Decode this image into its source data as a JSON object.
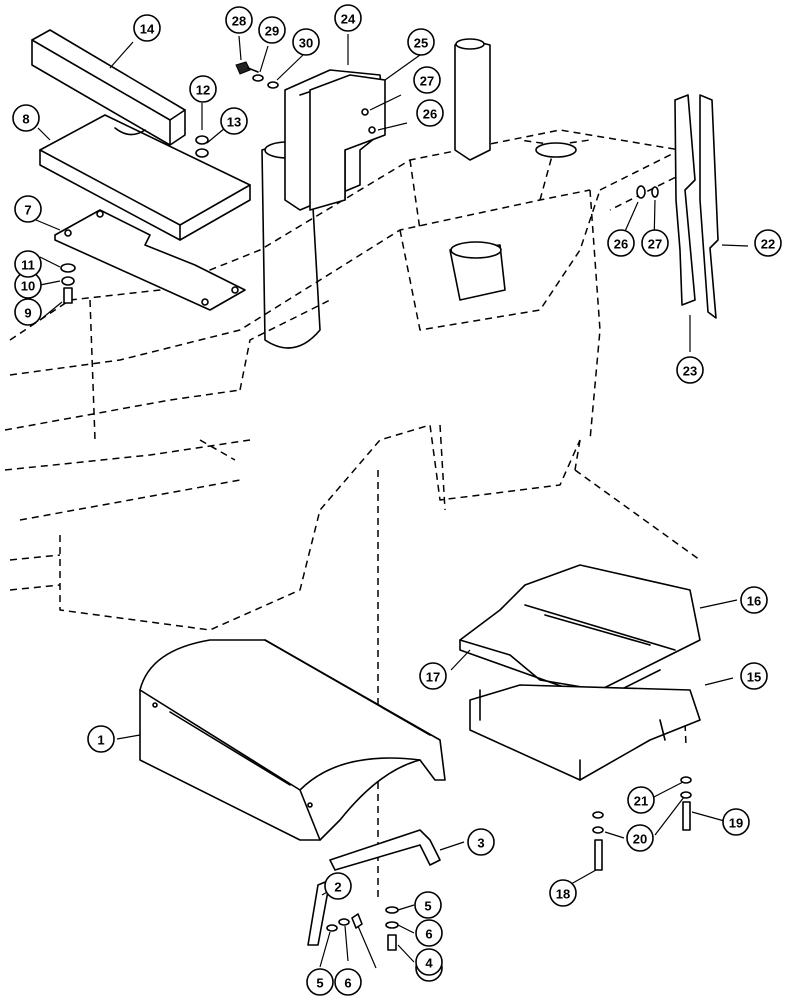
{
  "callouts": [
    {
      "label": "1",
      "part": "fender"
    },
    {
      "label": "2",
      "part": "bracket-small"
    },
    {
      "label": "3",
      "part": "bracket-long"
    },
    {
      "label": "4",
      "part": "bolt"
    },
    {
      "label": "4",
      "part": "bolt"
    },
    {
      "label": "5",
      "part": "washer"
    },
    {
      "label": "5",
      "part": "washer"
    },
    {
      "label": "6",
      "part": "lock-washer"
    },
    {
      "label": "6",
      "part": "lock-washer"
    },
    {
      "label": "7",
      "part": "plate"
    },
    {
      "label": "8",
      "part": "cover-plate"
    },
    {
      "label": "9",
      "part": "bolt"
    },
    {
      "label": "10",
      "part": "lock-washer"
    },
    {
      "label": "11",
      "part": "washer"
    },
    {
      "label": "12",
      "part": "nut"
    },
    {
      "label": "13",
      "part": "washer"
    },
    {
      "label": "14",
      "part": "pad"
    },
    {
      "label": "15",
      "part": "floor-pan"
    },
    {
      "label": "16",
      "part": "floor-mat"
    },
    {
      "label": "17",
      "part": "floor-mat-edge"
    },
    {
      "label": "18",
      "part": "bolt"
    },
    {
      "label": "19",
      "part": "bolt"
    },
    {
      "label": "20",
      "part": "lock-washer"
    },
    {
      "label": "21",
      "part": "washer"
    },
    {
      "label": "22",
      "part": "side-panel"
    },
    {
      "label": "23",
      "part": "side-bracket"
    },
    {
      "label": "24",
      "part": "upright-bracket"
    },
    {
      "label": "25",
      "part": "upright-panel"
    },
    {
      "label": "26",
      "part": "washer"
    },
    {
      "label": "26",
      "part": "washer"
    },
    {
      "label": "27",
      "part": "nut"
    },
    {
      "label": "27",
      "part": "nut"
    },
    {
      "label": "28",
      "part": "bolt"
    },
    {
      "label": "29",
      "part": "lock-washer"
    },
    {
      "label": "30",
      "part": "washer"
    }
  ]
}
